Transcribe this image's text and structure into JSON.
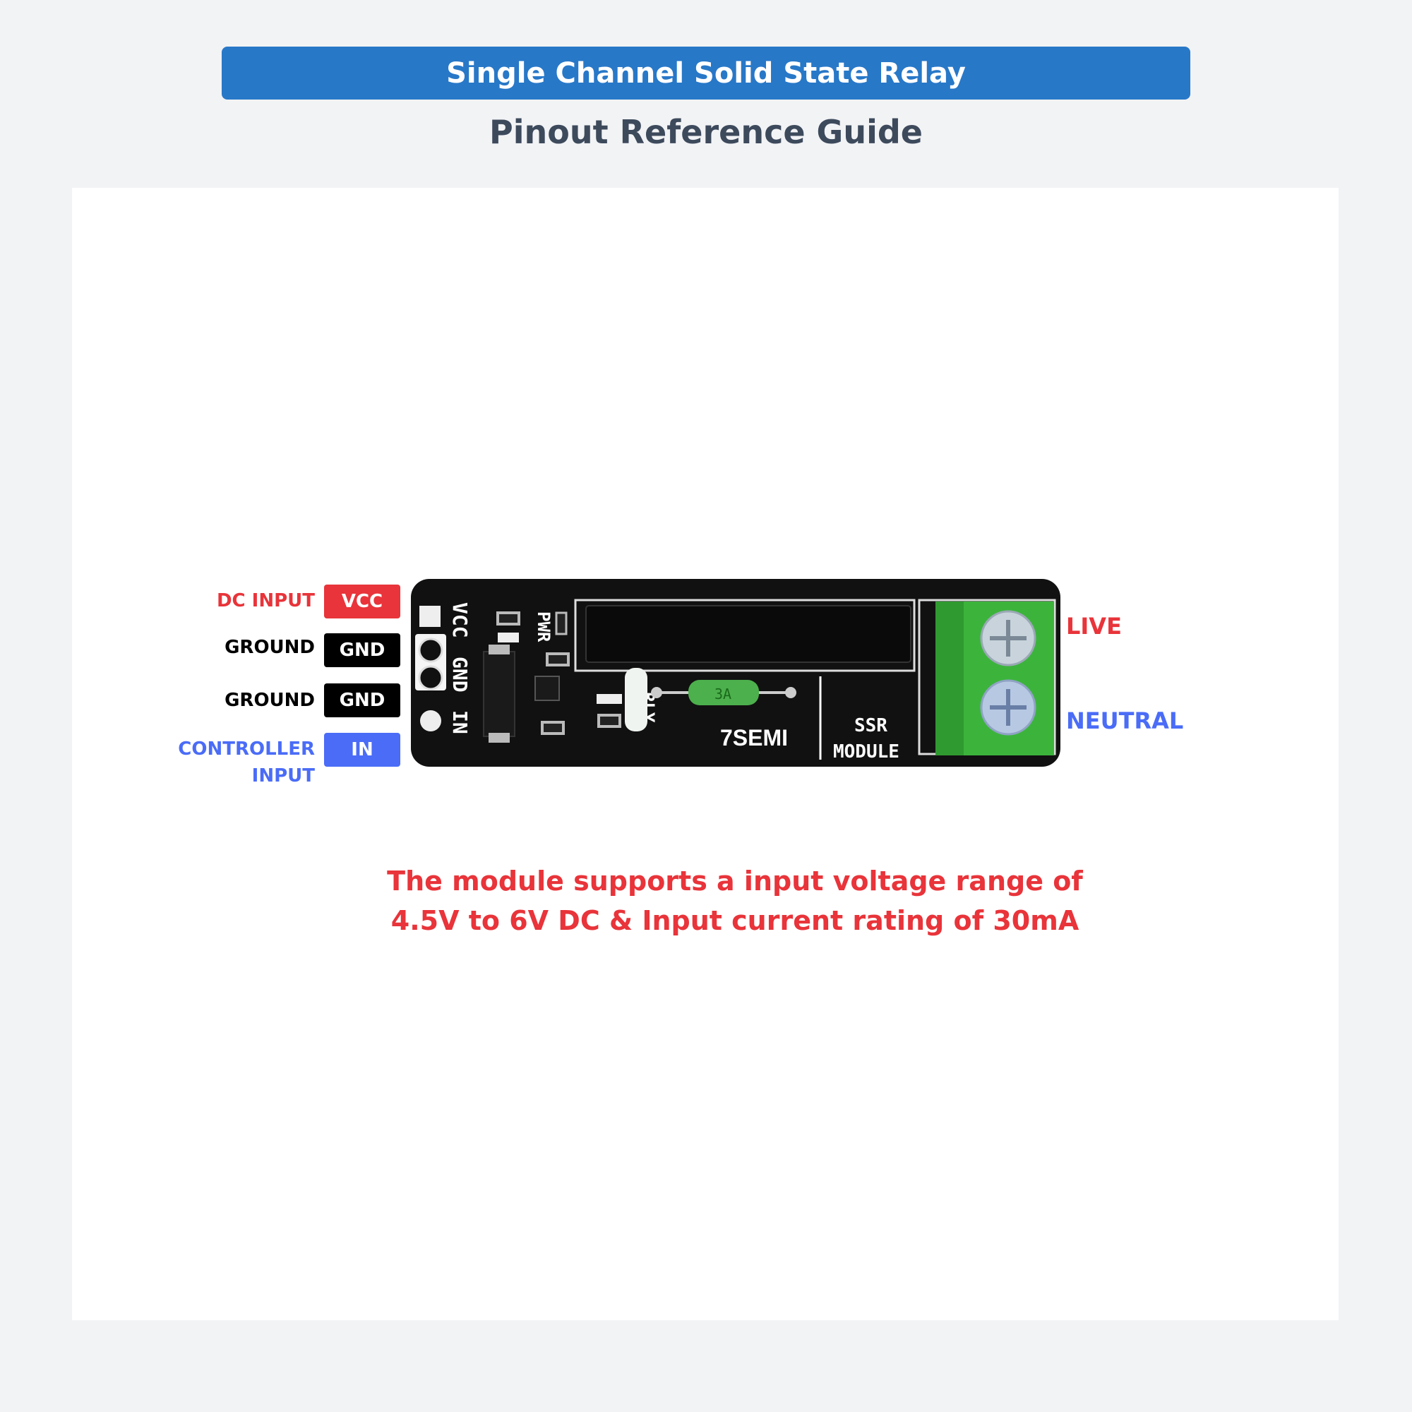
{
  "header": {
    "title": "Single Channel Solid State Relay",
    "subtitle": "Pinout Reference Guide"
  },
  "pins": [
    {
      "label": "DC INPUT",
      "pin": "VCC",
      "color": "#e8343a",
      "label_color": "#e8343a"
    },
    {
      "label": "GROUND",
      "pin": "GND",
      "color": "#000000",
      "label_color": "#000000"
    },
    {
      "label": "GROUND",
      "pin": "GND",
      "color": "#000000",
      "label_color": "#000000"
    },
    {
      "label": "CONTROLLER INPUT",
      "pin": "IN",
      "color": "#4a6cf7",
      "label_color": "#4a6cf7"
    }
  ],
  "terminals": {
    "live": "LIVE",
    "neutral": "NEUTRAL",
    "live_color": "#e8343a",
    "neutral_color": "#4a6cf7"
  },
  "board": {
    "silk_vcc": "VCC",
    "silk_gnd": "GND",
    "silk_in": "IN",
    "silk_pwr": "PWR",
    "silk_rly": "RLY",
    "brand": "7SEMI",
    "model_line1": "SSR",
    "model_line2": "MODULE",
    "fuse_marking": "3A",
    "pcb_color": "#111111",
    "terminal_color": "#3cb43c"
  },
  "note": {
    "line1": "The module supports a input voltage range of",
    "line2": "4.5V to 6V DC & Input current rating of 30mA"
  }
}
